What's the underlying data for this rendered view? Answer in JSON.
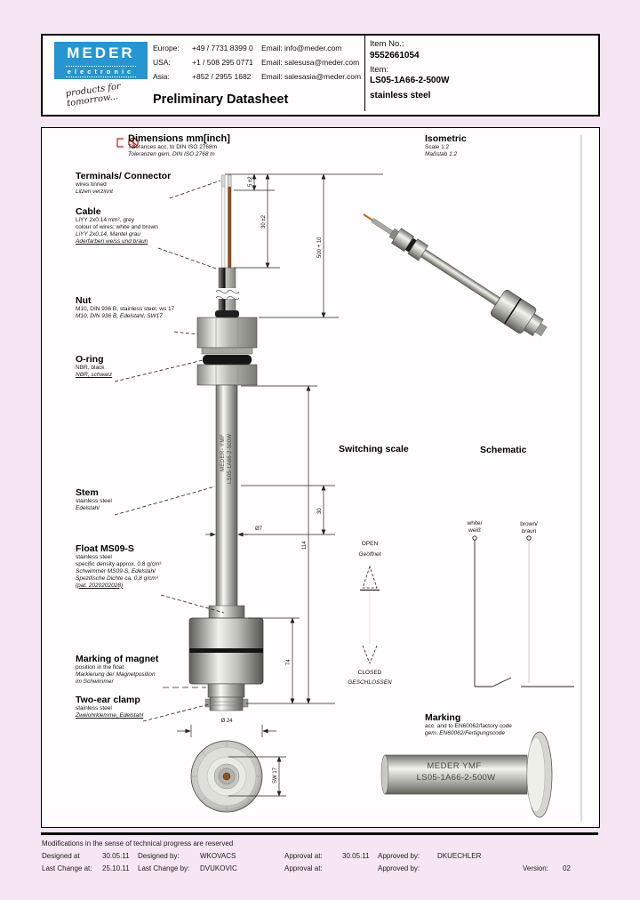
{
  "colors": {
    "brand_blue": "#2496d2",
    "accent_red": "#c42222",
    "page_bg": "#f6e5f2"
  },
  "header": {
    "logo_text": "MEDER",
    "logo_sub": "electronic",
    "tagline": "products for tomorrow...",
    "title": "Preliminary Datasheet",
    "item_no_label": "Item No.:",
    "item_no": "9552661054",
    "item_label": "Item:",
    "item_name": "LS05-1A66-2-500W",
    "material": "stainless steel",
    "contacts": [
      {
        "region": "Europe:",
        "phone": "+49 / 7731 8399 0",
        "email": "Email: info@meder.com"
      },
      {
        "region": "USA:",
        "phone": "+1 / 508 295 0771",
        "email": "Email: salesusa@meder.com"
      },
      {
        "region": "Asia:",
        "phone": "+852 / 2955 1682",
        "email": "Email: salesasia@meder.com"
      }
    ]
  },
  "drawing": {
    "dims_title": "Dimensions mm[inch]",
    "tol_en": "Tolerances acc. to DIN ISO 2768m",
    "tol_de": "Toleranzen gem. DIN ISO 2768 m",
    "sections": {
      "terminals": {
        "title": "Terminals/ Connector",
        "l1": "wires tinned",
        "l2": "Litzen verzinnt"
      },
      "cable": {
        "title": "Cable",
        "l1": "LiYY 2x0.14 mm², grey",
        "l2": "colour of wires: white and brown",
        "l3": "LiYY 2x0,14, Mantel grau",
        "l4": "Aderfarben weiss und braun"
      },
      "nut": {
        "title": "Nut",
        "l1": "M10, DIN 936 B, stainless steel, ws 17",
        "l2": "M10, DIN 936 B, Edelstahl, SW17"
      },
      "oring": {
        "title": "O-ring",
        "l1": "NBR, black",
        "l2": "NBR, schwarz"
      },
      "stem": {
        "title": "Stem",
        "l1": "stainless steel",
        "l2": "Edelstahl"
      },
      "float": {
        "title": "Float MS09-S",
        "l1": "stainless steel",
        "l2": "specific density approx. 0.8 g/cm³",
        "l3": "Schwimmer MS09-S, Edelstahl",
        "l4": "Spezifische Dichte ca. 0,8 g/cm³",
        "l5": "(pat. 2020202028)"
      },
      "magnet": {
        "title": "Marking of magnet",
        "l1": "position in the float",
        "l2": "Markierung der Magnetposition",
        "l3": "im Schwimmer"
      },
      "clamp": {
        "title": "Two-ear clamp",
        "l1": "stainless steel",
        "l2": "Zweiohrklemme, Edelstahl"
      }
    },
    "isometric": {
      "title": "Isometric",
      "scale_en": "Scale 1:2",
      "scale_de": "Maßstab 1:2"
    },
    "switching": {
      "title": "Switching scale",
      "open_en": "OPEN",
      "open_de": "Geöffnet",
      "closed_en": "CLOSED",
      "closed_de": "GESCHLOSSEN"
    },
    "schematic": {
      "title": "Schematic",
      "white": "white/",
      "white_de": "weiß",
      "brown": "brown/",
      "brown_de": "braun"
    },
    "marking": {
      "title": "Marking",
      "l1": "acc. and to EN60062/factory code",
      "l2": "gem. EN60062/Fertigungscode",
      "stamp1": "MEDER YMF",
      "stamp2": "LS05-1A66-2-500W"
    },
    "stem_print1": "MEDER- YMF",
    "stem_print2": "LS05-1A66-2-500W",
    "dims": {
      "strip": "5 ±2",
      "free": "30 ±2",
      "cable": "500 + 10",
      "d30": "30",
      "d114": "114",
      "stem_dia": "Ø7",
      "float_h": "74",
      "float_dia": "Ø 24",
      "sw": "SW 17"
    }
  },
  "footer": {
    "notice": "Modifications in the sense of technical progress are reserved",
    "designed_at_label": "Designed at",
    "designed_at": "30.05.11",
    "designed_by_label": "Designed by:",
    "designed_by": "WKOVACS",
    "approval_at_label": "Approval at:",
    "approval_at": "30.05.11",
    "approved_by_label": "Approved by:",
    "approved_by": "DKUECHLER",
    "last_change_at_label": "Last Change at:",
    "last_change_at": "25.10.11",
    "last_change_by_label": "Last Change by:",
    "last_change_by": "DVUKOVIC",
    "approval_at2_label": "Approval at:",
    "approved_by2_label": "Approved by:",
    "version_label": "Version:",
    "version": "02"
  }
}
